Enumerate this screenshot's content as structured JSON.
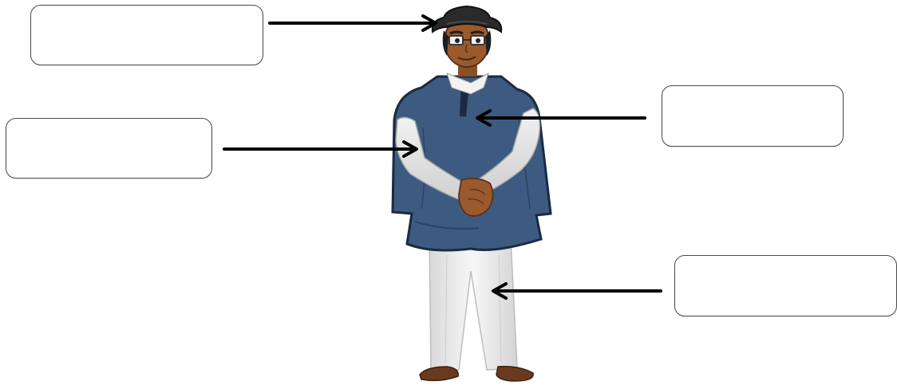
{
  "labels": [
    {
      "id": "hat",
      "value": ""
    },
    {
      "id": "shirt_sleeve",
      "value": ""
    },
    {
      "id": "poncho",
      "value": ""
    },
    {
      "id": "trousers",
      "value": ""
    }
  ],
  "colors": {
    "poncho": "#3d5a80",
    "poncho_outline": "#1b2a40",
    "skin": "#9a5a2e",
    "hat": "#2a2a2a",
    "shirt": "#e6e6e6",
    "trousers": "#f0f0f0",
    "shoes": "#6b3a1e",
    "arrow": "#000000",
    "box_border": "#4a4a4a"
  }
}
